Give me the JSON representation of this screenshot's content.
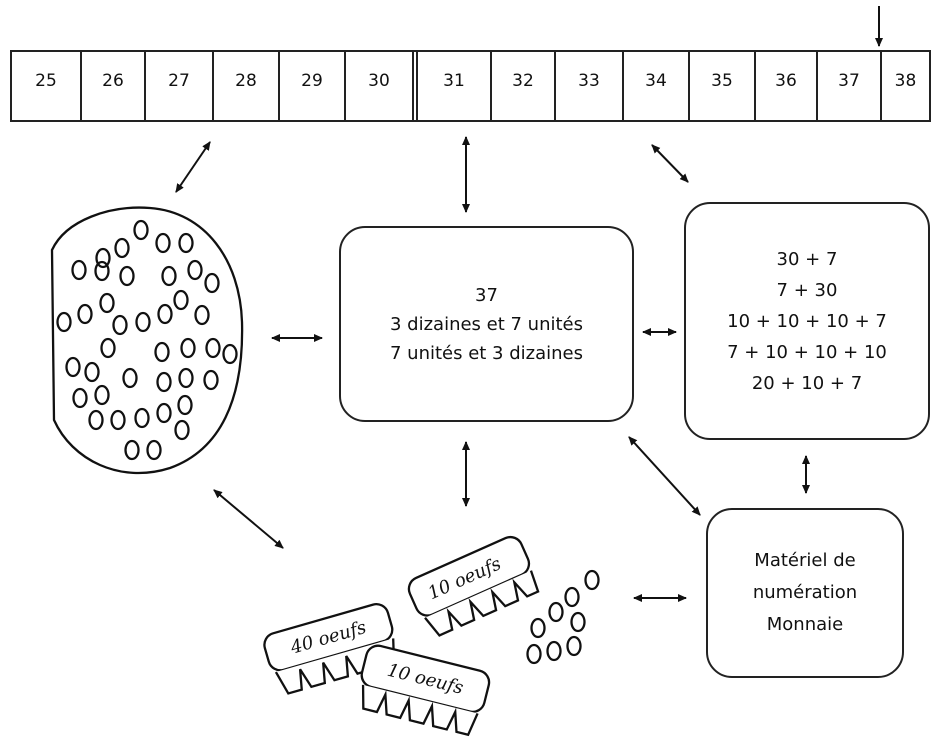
{
  "number_line": {
    "cells": [
      "25",
      "26",
      "27",
      "28",
      "29",
      "30",
      "31",
      "32",
      "33",
      "34",
      "35",
      "36",
      "37",
      "38"
    ]
  },
  "center_box": {
    "lines": [
      "37",
      "3 dizaines et 7 unités",
      "7 unités et 3 dizaines"
    ]
  },
  "sums_box": {
    "lines": [
      "30 + 7",
      "7 + 30",
      "10 + 10 + 10 + 7",
      "7 + 10 + 10 + 10",
      "20 + 10 + 7"
    ]
  },
  "material_box": {
    "lines": [
      "Matériel de",
      "numération",
      "Monnaie"
    ]
  },
  "cartons": {
    "labels": [
      "40 oeufs",
      "10 oeufs",
      "10 oeufs"
    ]
  }
}
